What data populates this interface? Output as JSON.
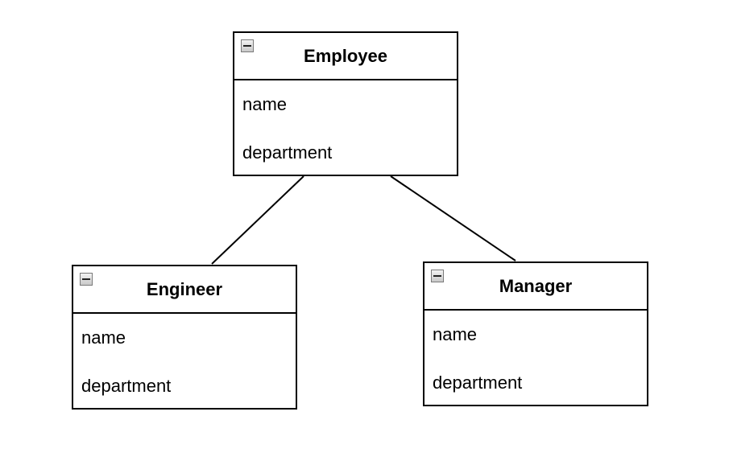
{
  "diagram": {
    "entities": {
      "employee": {
        "title": "Employee",
        "fields": [
          "name",
          "department"
        ]
      },
      "engineer": {
        "title": "Engineer",
        "fields": [
          "name",
          "department"
        ]
      },
      "manager": {
        "title": "Manager",
        "fields": [
          "name",
          "department"
        ]
      }
    },
    "connections": [
      {
        "from": "employee",
        "to": "engineer"
      },
      {
        "from": "employee",
        "to": "manager"
      }
    ],
    "collapse_icon": "minus-box-icon",
    "colors": {
      "background": "#ffffff",
      "border": "#000000",
      "text": "#000000"
    }
  }
}
